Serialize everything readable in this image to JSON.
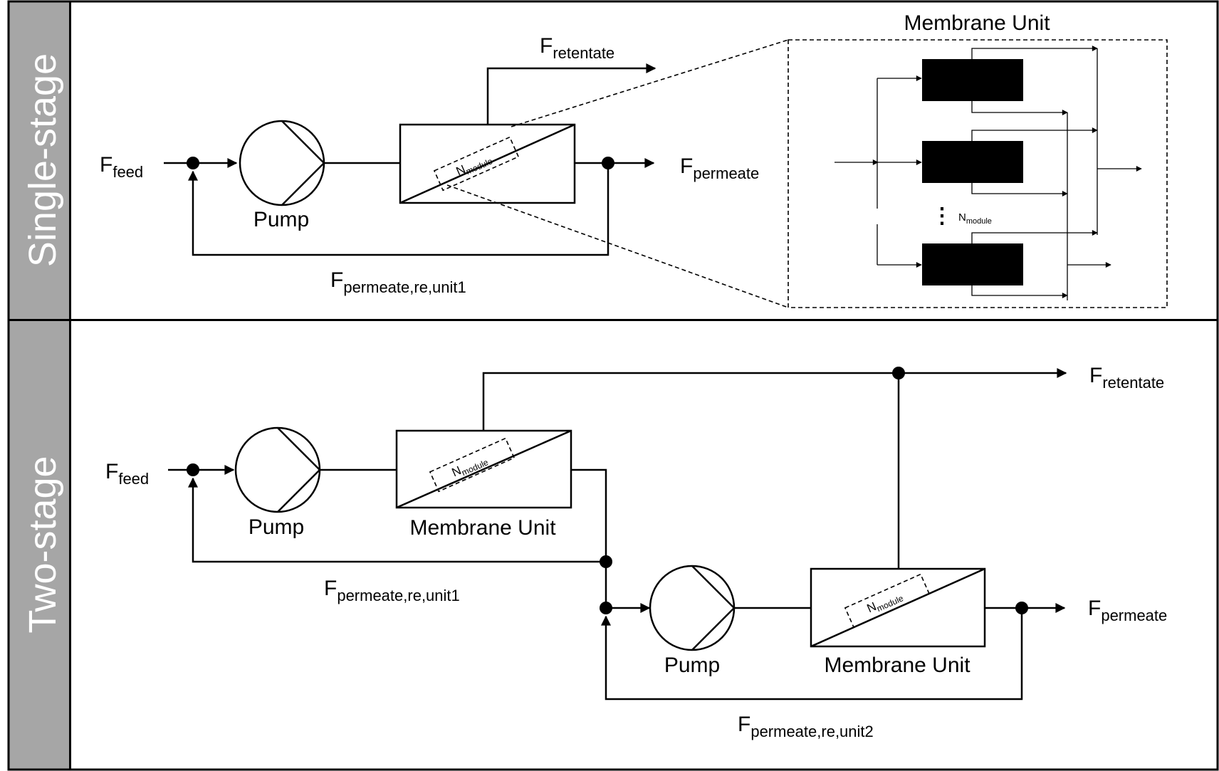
{
  "colors": {
    "band": "#a6a6a6",
    "ink": "#000000",
    "background": "#ffffff"
  },
  "single_stage": {
    "band_label": "Single-stage",
    "feed": {
      "main": "F",
      "sub": "feed"
    },
    "pump_label": "Pump",
    "n_module": {
      "main": "N",
      "sub": "module"
    },
    "retentate": {
      "main": "F",
      "sub": "retentate"
    },
    "permeate": {
      "main": "F",
      "sub": "permeate"
    },
    "recycle": {
      "main": "F",
      "sub": "permeate,re,unit1"
    },
    "detail": {
      "title": "Membrane Unit",
      "ellipsis": "⋮",
      "n_module": {
        "main": "N",
        "sub": "module"
      }
    }
  },
  "two_stage": {
    "band_label": "Two-stage",
    "feed": {
      "main": "F",
      "sub": "feed"
    },
    "pump1_label": "Pump",
    "unit1_label": "Membrane Unit",
    "n_module1": {
      "main": "N",
      "sub": "module"
    },
    "recycle1": {
      "main": "F",
      "sub": "permeate,re,unit1"
    },
    "pump2_label": "Pump",
    "unit2_label": "Membrane Unit",
    "n_module2": {
      "main": "N",
      "sub": "module"
    },
    "retentate": {
      "main": "F",
      "sub": "retentate"
    },
    "permeate": {
      "main": "F",
      "sub": "permeate"
    },
    "recycle2": {
      "main": "F",
      "sub": "permeate,re,unit2"
    }
  }
}
